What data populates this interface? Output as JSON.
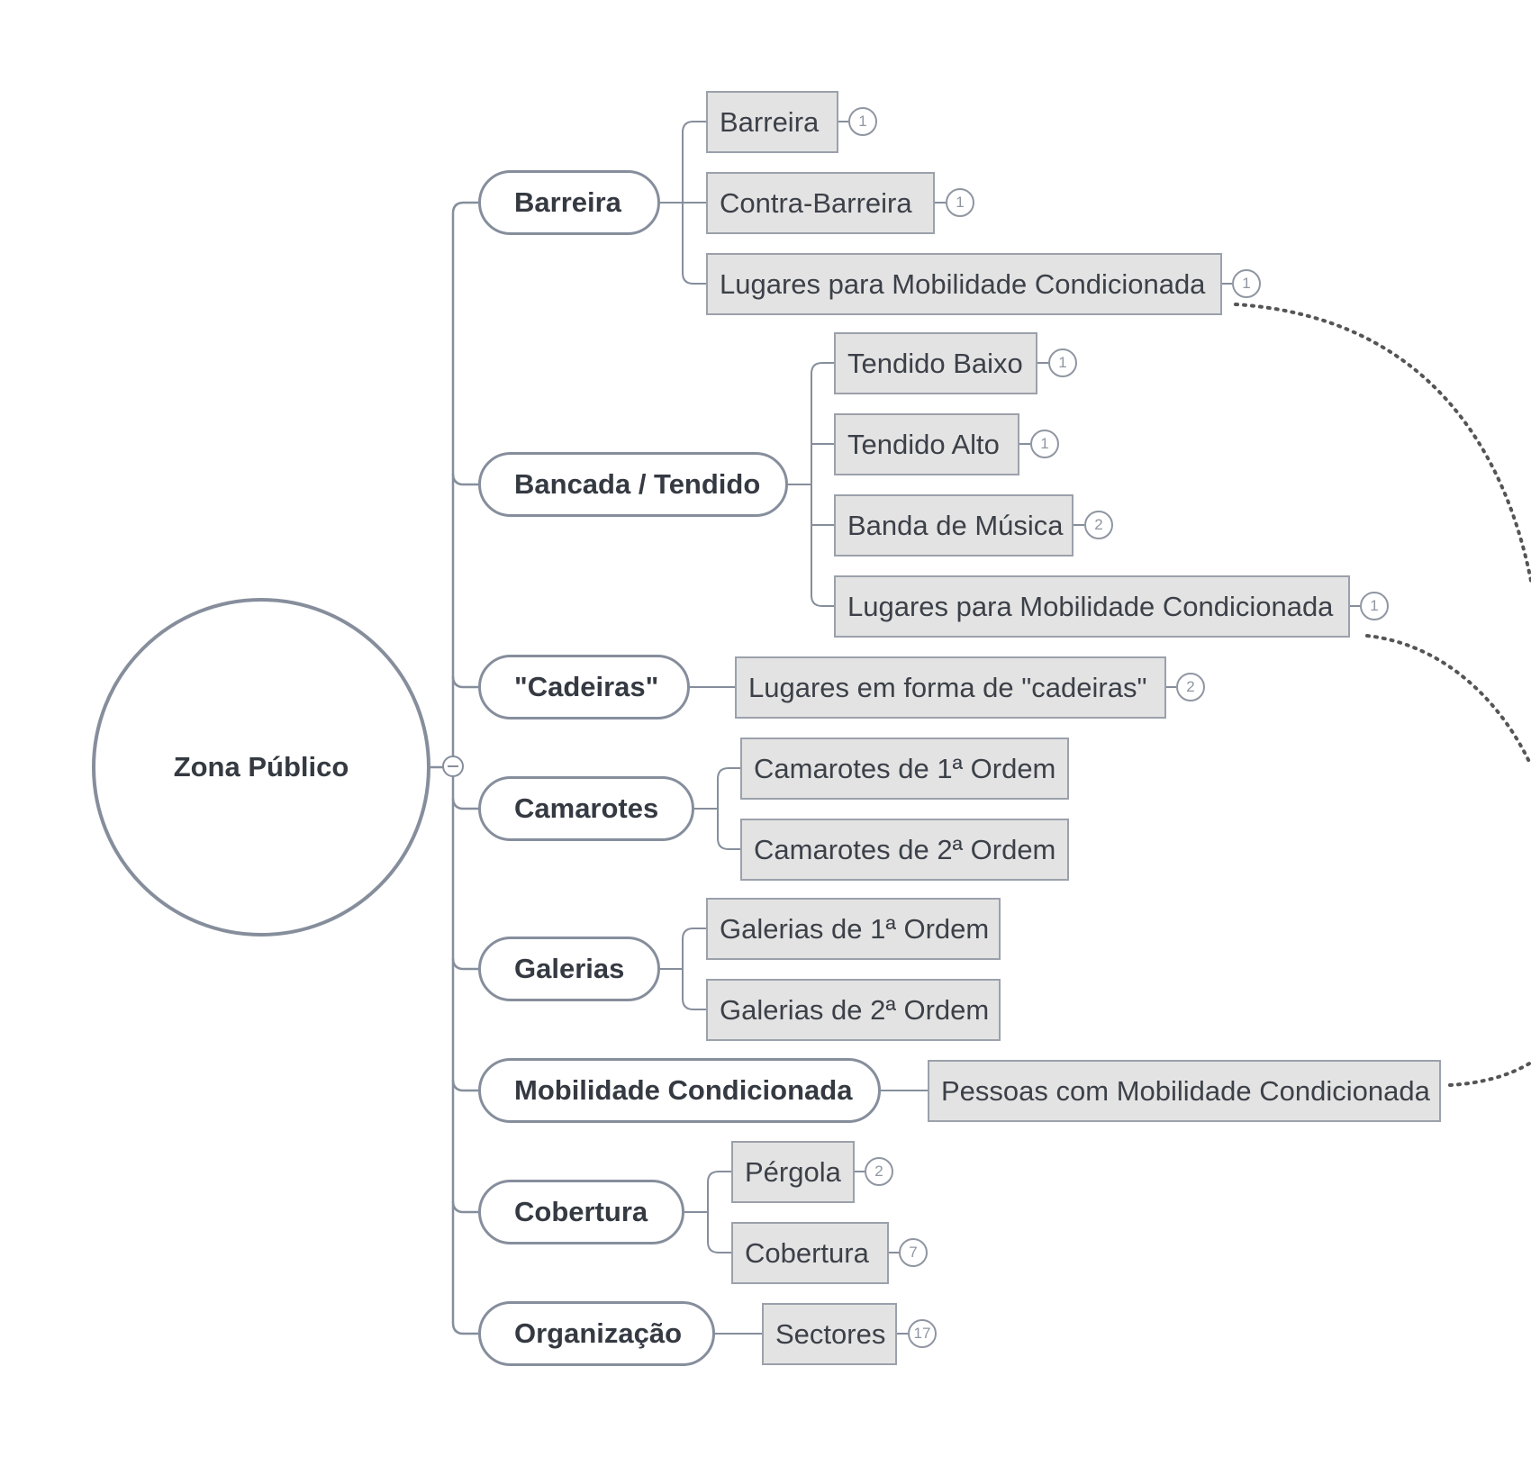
{
  "diagram": {
    "root": {
      "label": "Zona Público"
    },
    "branches": [
      {
        "label": "Barreira",
        "children": [
          {
            "label": "Barreira",
            "count": "1"
          },
          {
            "label": "Contra-Barreira",
            "count": "1"
          },
          {
            "label": "Lugares para Mobilidade Condicionada",
            "count": "1"
          }
        ]
      },
      {
        "label": "Bancada / Tendido",
        "children": [
          {
            "label": "Tendido Baixo",
            "count": "1"
          },
          {
            "label": "Tendido Alto",
            "count": "1"
          },
          {
            "label": "Banda de Música",
            "count": "2"
          },
          {
            "label": "Lugares para Mobilidade Condicionada",
            "count": "1"
          }
        ]
      },
      {
        "label": "\"Cadeiras\"",
        "children": [
          {
            "label": "Lugares em forma de \"cadeiras\"",
            "count": "2"
          }
        ]
      },
      {
        "label": "Camarotes",
        "children": [
          {
            "label": "Camarotes de 1ª Ordem"
          },
          {
            "label": "Camarotes de 2ª Ordem"
          }
        ]
      },
      {
        "label": "Galerias",
        "children": [
          {
            "label": "Galerias de 1ª Ordem"
          },
          {
            "label": "Galerias de 2ª Ordem"
          }
        ]
      },
      {
        "label": "Mobilidade Condicionada",
        "children": [
          {
            "label": "Pessoas com Mobilidade Condicionada"
          }
        ]
      },
      {
        "label": "Cobertura",
        "children": [
          {
            "label": "Pérgola",
            "count": "2"
          },
          {
            "label": "Cobertura",
            "count": "7"
          }
        ]
      },
      {
        "label": "Organização",
        "children": [
          {
            "label": "Sectores",
            "count": "17"
          }
        ]
      }
    ],
    "relationships": [
      {
        "from": "Lugares para Mobilidade Condicionada",
        "to": "Pessoas com Mobilidade Condicionada",
        "style": "dotted"
      },
      {
        "from": "Lugares para Mobilidade Condicionada",
        "to": "Pessoas com Mobilidade Condicionada",
        "style": "dotted"
      }
    ],
    "colors": {
      "line": "#868e9c",
      "node_fill": "#e3e3e3",
      "node_border": "#9ba1ab",
      "text": "#353a42",
      "relationship": "#555555"
    }
  }
}
